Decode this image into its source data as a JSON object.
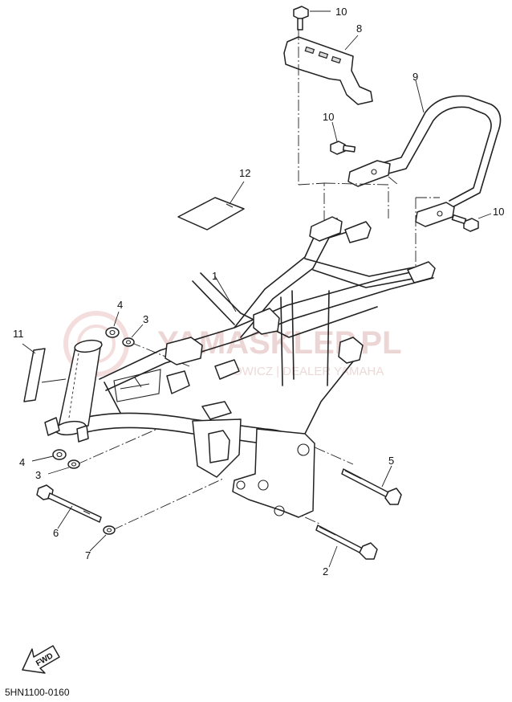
{
  "diagram_code": "5HN1100-0160",
  "fwd_label": "FWD",
  "watermark": {
    "brand_text": "YAMASKLEP.PL",
    "dealer_text": "OWICZ | DEALER YAMAHA"
  },
  "callouts": {
    "c1": "1",
    "c2": "2",
    "c3a": "3",
    "c3b": "3",
    "c4a": "4",
    "c4b": "4",
    "c5": "5",
    "c6": "6",
    "c7": "7",
    "c8": "8",
    "c9": "9",
    "c10a": "10",
    "c10b": "10",
    "c10c": "10",
    "c11": "11",
    "c12": "12"
  },
  "colors": {
    "line": "#222222",
    "watermark": "#e6c7c7"
  }
}
